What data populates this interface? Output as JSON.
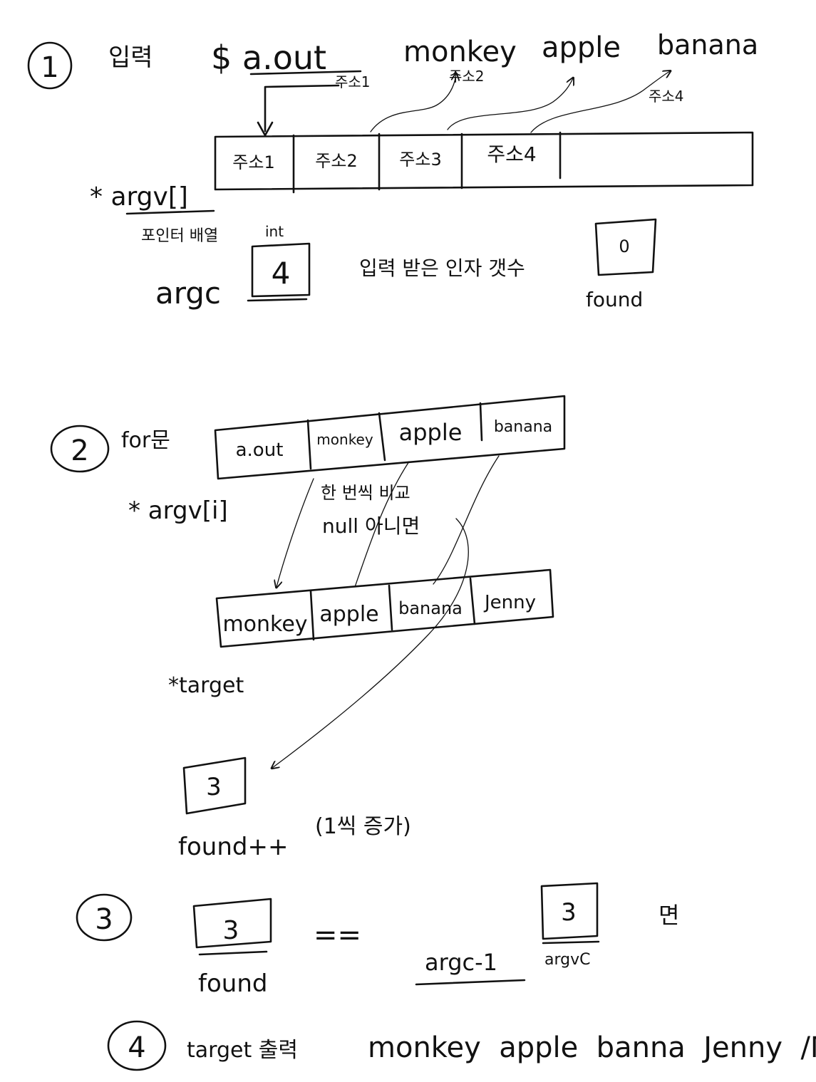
{
  "step1": {
    "number": "1",
    "input_label": "입력",
    "command": "$ a.out",
    "args": [
      "monkey",
      "apple",
      "banana"
    ],
    "addr_notes": [
      "주소1",
      "주소2",
      "주소4"
    ],
    "argv_cells": [
      "주소1",
      "주소2",
      "주소3",
      "주소4"
    ],
    "argv_label": "* argv[]",
    "argv_note": "포인터 배열",
    "argc_type": "int",
    "argc_value": "4",
    "argc_label": "argc",
    "argc_note": "입력 받은 인자 갯수",
    "found_value": "0",
    "found_label": "found"
  },
  "step2": {
    "number": "2",
    "label": "for문",
    "argv_cells": [
      "a.out",
      "monkey",
      "apple",
      "banana"
    ],
    "argv_label": "* argv[i]",
    "note_line1": "한 번씩 비교",
    "note_line2": "null 아니면",
    "target_cells": [
      "monkey",
      "apple",
      "banana",
      "Jenny"
    ],
    "target_label": "*target",
    "found_value": "3",
    "found_label": "found++",
    "found_note": "(1씩 증가)"
  },
  "step3": {
    "number": "3",
    "found_value": "3",
    "found_label": "found",
    "operator": "==",
    "argc_value": "3",
    "argc_label": "argc-1",
    "argc_note": "argvC",
    "suffix": "면"
  },
  "step4": {
    "number": "4",
    "label": "target 출력",
    "output": "monkey  apple  banna  Jenny  /M"
  }
}
